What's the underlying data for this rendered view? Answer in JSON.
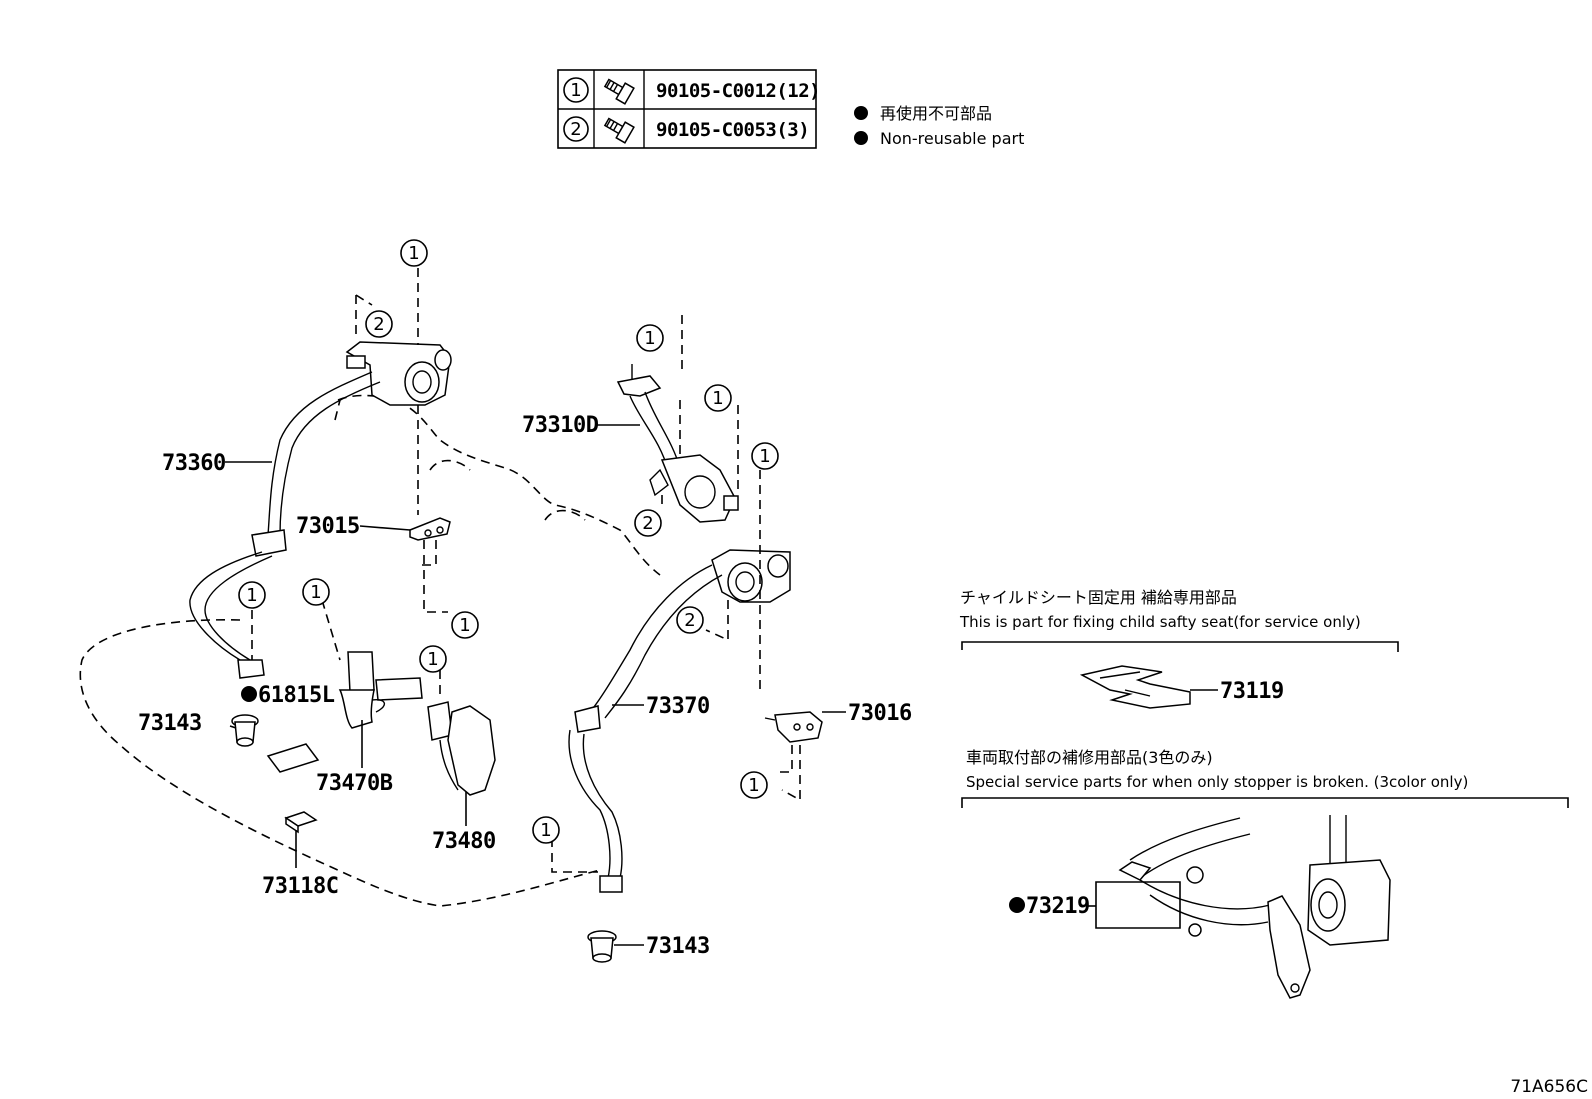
{
  "bolt_table": {
    "rows": [
      {
        "ref": "1",
        "part": "90105-C0012(12)",
        "icon": "bolt-icon"
      },
      {
        "ref": "2",
        "part": "90105-C0053(3)",
        "icon": "bolt-icon"
      }
    ]
  },
  "legend": {
    "ja": "再使用不可部品",
    "en": "Non-reusable part"
  },
  "parts": {
    "p73360": "73360",
    "p73015": "73015",
    "p61815L": "61815L",
    "p73143_left": "73143",
    "p73470B": "73470B",
    "p73480": "73480",
    "p73118C": "73118C",
    "p73310D": "73310D",
    "p73370": "73370",
    "p73016": "73016",
    "p73143_center": "73143",
    "p73119": "73119",
    "p73219": "73219"
  },
  "refs": {
    "one": "1",
    "two": "2"
  },
  "child_seat_section": {
    "ja": "チャイルドシート固定用 補給専用部品",
    "en": "This is part for fixing child safty seat(for service only)"
  },
  "stopper_section": {
    "ja": "車両取付部の補修用部品(3色のみ)",
    "en": "Special service parts for when only stopper is broken. (3color only)"
  },
  "figure_code": "71A656C"
}
